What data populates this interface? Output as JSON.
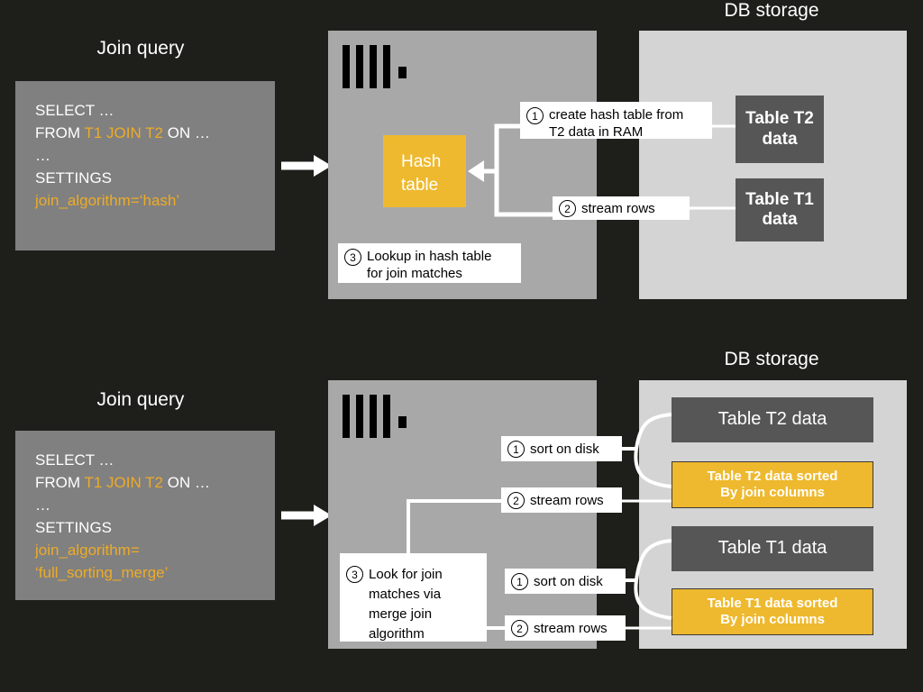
{
  "meta": {
    "background_color": "#1e1e1a",
    "accent_color": "#eeb92e",
    "server_panel_color": "#a8a8a8",
    "storage_panel_color": "#d4d4d4",
    "table_chip_color": "#565656",
    "query_box_color": "#808080"
  },
  "top": {
    "query_title": "Join query",
    "storage_title": "DB storage",
    "query": {
      "line1": "SELECT …",
      "line2_prefix": "FROM ",
      "line2_highlight": "T1 JOIN T2",
      "line2_suffix": " ON …",
      "line3": "…",
      "line4": "SETTINGS",
      "line5": "join_algorithm=‘hash’"
    },
    "hash_box": {
      "line1": "Hash",
      "line2": "table"
    },
    "callouts": [
      {
        "num": "1",
        "text": "create hash table from\nT2 data in RAM"
      },
      {
        "num": "2",
        "text": "stream rows"
      },
      {
        "num": "3",
        "text": "Lookup in hash table\nfor join matches"
      }
    ],
    "tables": [
      {
        "label": "Table T2\ndata",
        "kind": "plain"
      },
      {
        "label": "Table T1\ndata",
        "kind": "plain"
      }
    ]
  },
  "bottom": {
    "query_title": "Join query",
    "storage_title": "DB storage",
    "query": {
      "line1": "SELECT …",
      "line2_prefix": "FROM ",
      "line2_highlight": "T1 JOIN T2",
      "line2_suffix": " ON …",
      "line3": "…",
      "line4": "SETTINGS",
      "line5": "join_algorithm=",
      "line6": "‘full_sorting_merge’"
    },
    "callouts": [
      {
        "num": "1",
        "text": "sort on disk"
      },
      {
        "num": "2",
        "text": "stream rows"
      },
      {
        "num": "3",
        "text": "Look for join\nmatches via\nmerge join\nalgorithm"
      },
      {
        "num": "1",
        "text": "sort on disk"
      },
      {
        "num": "2",
        "text": "stream rows"
      }
    ],
    "tables": [
      {
        "label": "Table T2 data",
        "kind": "plain"
      },
      {
        "label": "Table T2 data sorted\nBy join columns",
        "kind": "sorted"
      },
      {
        "label": "Table T1 data",
        "kind": "plain"
      },
      {
        "label": "Table T1 data sorted\nBy join columns",
        "kind": "sorted"
      }
    ]
  }
}
